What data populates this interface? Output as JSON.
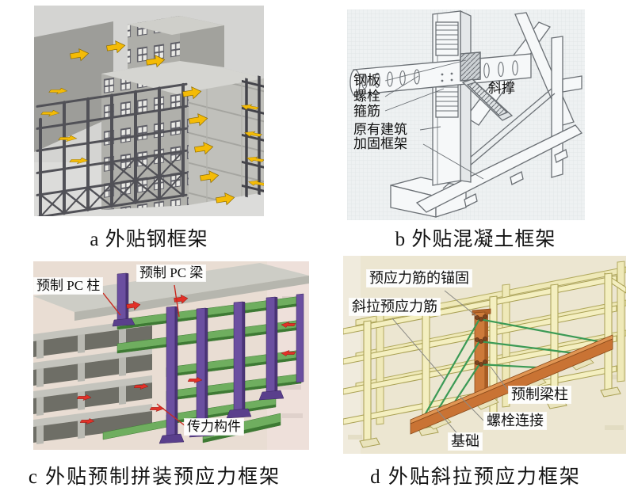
{
  "figure": {
    "panels": {
      "a": {
        "caption": "a 外贴钢框架",
        "colors": {
          "arrow_yellow": "#f4bb06",
          "steel_frame_gray": "#515157",
          "building_gray": "#b3b3af"
        }
      },
      "b": {
        "caption": "b 外贴混凝土框架",
        "labels": {
          "steel_plate": "钢板",
          "bolt": "螺栓",
          "stirrup": "箍筋",
          "original_building": "原有建筑",
          "strengthening_frame": "加固框架",
          "diagonal_brace": "斜撑"
        },
        "colors": {
          "line_gray": "#6b7075",
          "grid_bg": "#eef1f2"
        }
      },
      "c": {
        "caption": "c 外贴预制拼装预应力框架",
        "labels": {
          "precast_pc_column": "预制 PC 柱",
          "precast_pc_beam": "预制 PC 梁",
          "force_transfer_member": "传力构件"
        },
        "colors": {
          "column_purple": "#6b4fa0",
          "beam_green": "#6fae5f",
          "arrow_red": "#e23128"
        }
      },
      "d": {
        "caption": "d 外贴斜拉预应力框架",
        "labels": {
          "tendon_anchorage": "预应力筋的锚固",
          "diagonal_tendon": "斜拉预应力筋",
          "precast_beam_column": "预制梁柱",
          "bolted_connection": "螺栓连接",
          "foundation": "基础"
        },
        "colors": {
          "frame_yellow": "#f4efc0",
          "member_orange": "#cd7a3a",
          "tendon_green": "#3b9a55"
        }
      }
    }
  }
}
